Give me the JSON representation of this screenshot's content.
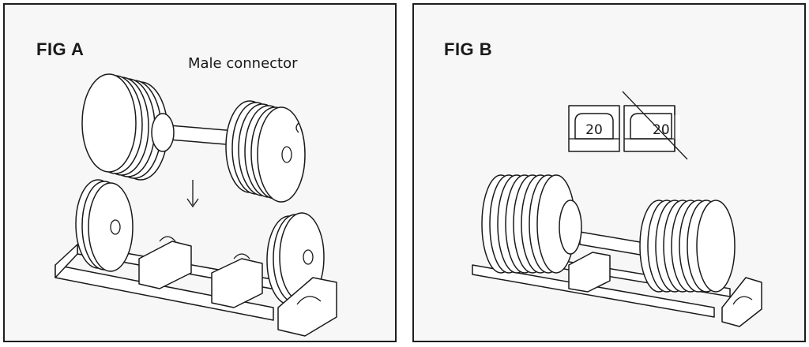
{
  "fig_a": {
    "title": "FIG A",
    "callout": "Male connector",
    "arrow_icon": "down-arrow"
  },
  "fig_b": {
    "title": "FIG B",
    "dial_left": "20",
    "dial_right": "20"
  }
}
